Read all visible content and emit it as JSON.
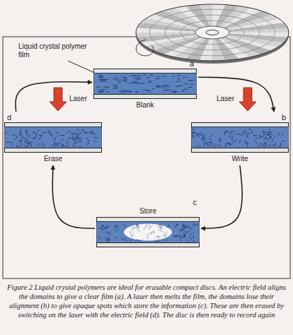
{
  "diagram": {
    "caption": "Figure 2 Liquid crystal polymers are ideal for erasable compact discs. An electric field aligns the domains to give a clear film (a). A laser then melts the film, the domains lose their alignment (b) to give opaque spots which store the information (c). These are then erased by switching on the laser with the electric field (d). The disc is then ready to record again",
    "nodes": [
      {
        "text": [
          "a",
          "Blank"
        ]
      },
      {
        "text": [
          "b",
          "Write"
        ]
      },
      {
        "text": [
          "c",
          "Store"
        ]
      },
      {
        "text": [
          "d",
          "Erase"
        ]
      }
    ],
    "edges": [
      {
        "from": 0,
        "to": 1,
        "arrow": "to"
      },
      {
        "from": 1,
        "to": 2,
        "arrow": "to"
      },
      {
        "from": 2,
        "to": 3,
        "arrow": "to"
      },
      {
        "from": 3,
        "to": 0,
        "arrow": "to"
      }
    ],
    "labels": [
      "Liquid crystal polymer film",
      "Laser",
      "Laser"
    ]
  }
}
